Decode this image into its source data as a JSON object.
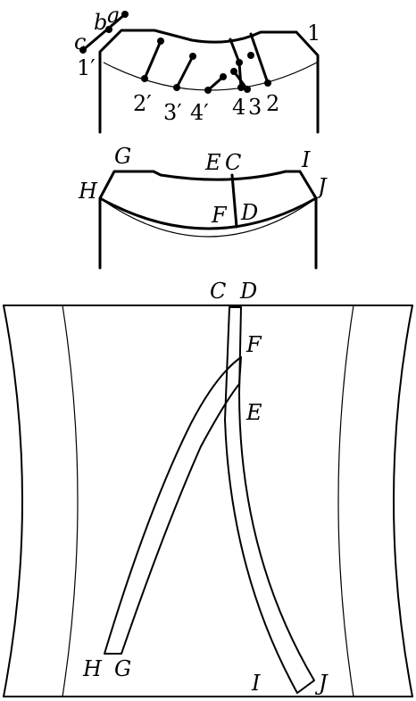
{
  "top_view": {
    "labels": {
      "a": "a",
      "b": "b",
      "c": "c",
      "one": "1",
      "one_prime": "1′",
      "two": "2",
      "three": "3",
      "four": "4",
      "two_prime": "2′",
      "three_prime": "3′",
      "four_prime": "4′"
    }
  },
  "section_view": {
    "labels": {
      "G": "G",
      "E": "E",
      "C": "C",
      "I": "I",
      "H": "H",
      "F": "F",
      "D": "D",
      "J": "J"
    }
  },
  "development_view": {
    "labels": {
      "C": "C",
      "D": "D",
      "F": "F",
      "E": "E",
      "H": "H",
      "G": "G",
      "I": "I",
      "J": "J"
    }
  }
}
